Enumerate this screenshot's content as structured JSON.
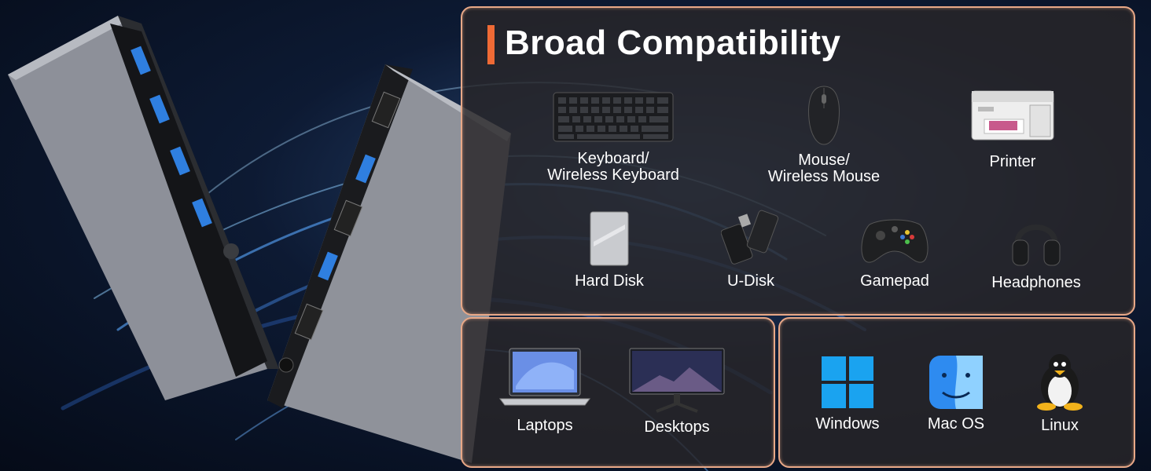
{
  "title": "Broad Compatibility",
  "peripherals": [
    {
      "label": "Keyboard/\nWireless Keyboard",
      "icon": "keyboard-icon"
    },
    {
      "label": "Mouse/\nWireless Mouse",
      "icon": "mouse-icon"
    },
    {
      "label": "Printer",
      "icon": "printer-icon"
    },
    {
      "label": "Hard Disk",
      "icon": "hard-disk-icon"
    },
    {
      "label": "U-Disk",
      "icon": "usb-drive-icon"
    },
    {
      "label": "Gamepad",
      "icon": "gamepad-icon"
    },
    {
      "label": "Headphones",
      "icon": "headphones-icon"
    }
  ],
  "devices": [
    {
      "label": "Laptops",
      "icon": "laptop-icon"
    },
    {
      "label": "Desktops",
      "icon": "monitor-icon"
    }
  ],
  "os": [
    {
      "label": "Windows",
      "icon": "windows-logo-icon"
    },
    {
      "label": "Mac OS",
      "icon": "mac-finder-icon"
    },
    {
      "label": "Linux",
      "icon": "linux-tux-icon"
    }
  ],
  "colors": {
    "accent": "#ef6a35",
    "border": "#e8a887"
  }
}
